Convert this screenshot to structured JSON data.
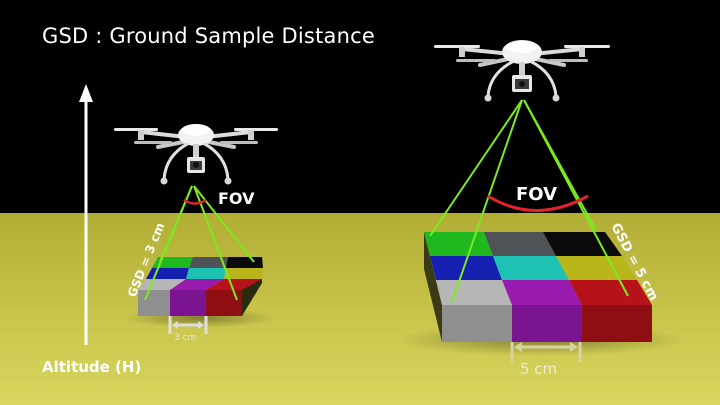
{
  "title": "GSD : Ground Sample Distance",
  "altitude_label": "Altitude (H)",
  "left_drone": {
    "fov_label": "FOV",
    "gsd_label": "GSD = 3 cm",
    "measure_label": "3 cm"
  },
  "right_drone": {
    "fov_label": "FOV",
    "gsd_label": "GSD = 5 cm",
    "measure_label": "5 cm"
  },
  "colors": {
    "sky": "#000000",
    "ground": "#c6c24a",
    "fov_lines": "#7bea1e",
    "fov_arc": "#e0242a",
    "text": "#ffffff"
  },
  "grid_colors": [
    [
      "#1fb81f",
      "#4f5357",
      "#0b0b0b"
    ],
    [
      "#1520b0",
      "#1ec2b4",
      "#b9b61b"
    ],
    [
      "#b6b6b6",
      "#9a1ab0",
      "#b5121a"
    ]
  ]
}
